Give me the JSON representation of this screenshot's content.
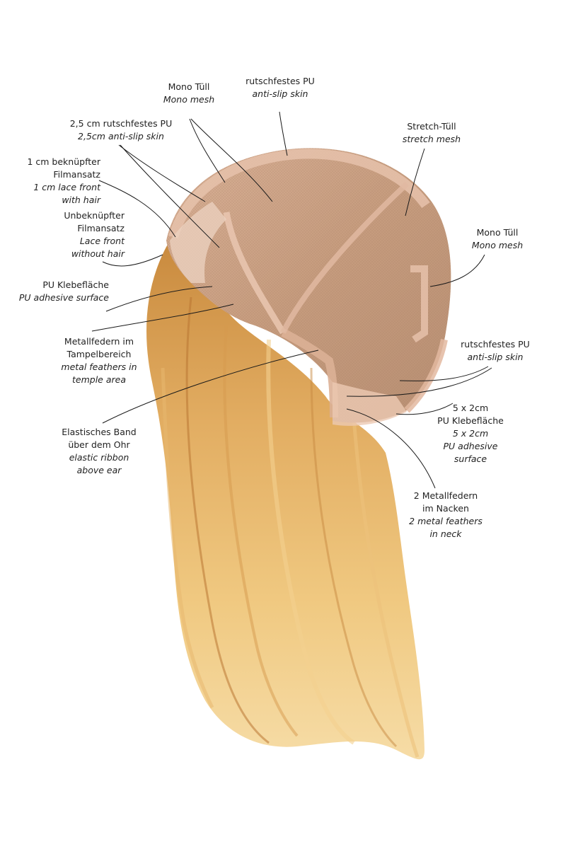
{
  "colors": {
    "text": "#222222",
    "leader_line": "#1a1a1a",
    "hair_light": "#e8b56a",
    "hair_dark": "#c07d35",
    "cap_mesh": "#c9a183",
    "cap_border": "#e3b8a0"
  },
  "callouts": [
    {
      "id": "mono-tull-top",
      "de": [
        "Mono Tüll"
      ],
      "en": [
        "Mono mesh"
      ]
    },
    {
      "id": "rutschfestes-pu-top",
      "de": [
        "rutschfestes PU"
      ],
      "en": [
        "anti-slip skin"
      ]
    },
    {
      "id": "rutschfestes-25",
      "de": [
        "2,5 cm rutschfestes PU"
      ],
      "en": [
        "2,5cm anti-slip skin"
      ]
    },
    {
      "id": "stretch-tull",
      "de": [
        "Stretch-Tüll"
      ],
      "en": [
        "stretch mesh"
      ]
    },
    {
      "id": "filmansatz-1cm",
      "de": [
        "1 cm beknüpfter",
        "Filmansatz"
      ],
      "en": [
        "1 cm lace front",
        "with hair"
      ]
    },
    {
      "id": "unbeknupfter",
      "de": [
        "Unbeknüpfter",
        "Filmansatz"
      ],
      "en": [
        "Lace front",
        "without hair"
      ]
    },
    {
      "id": "mono-tull-right",
      "de": [
        "Mono Tüll"
      ],
      "en": [
        "Mono mesh"
      ]
    },
    {
      "id": "pu-klebeflache",
      "de": [
        "PU Klebefläche"
      ],
      "en": [
        "PU adhesive surface"
      ]
    },
    {
      "id": "metallfedern-temple",
      "de": [
        "Metallfedern im",
        "Tampelbereich"
      ],
      "en": [
        "metal feathers in",
        "temple area"
      ]
    },
    {
      "id": "rutschfestes-pu-right",
      "de": [
        "rutschfestes PU"
      ],
      "en": [
        "anti-slip skin"
      ]
    },
    {
      "id": "pu-klebeflache-5x2",
      "de": [
        "5 x 2cm",
        "PU Klebefläche"
      ],
      "en": [
        "5 x 2cm",
        "PU adhesive",
        "surface"
      ]
    },
    {
      "id": "elastisches-band",
      "de": [
        "Elastisches Band",
        "über dem Ohr"
      ],
      "en": [
        "elastic ribbon",
        "above ear"
      ]
    },
    {
      "id": "metallfedern-neck",
      "de": [
        "2 Metallfedern",
        "im Nacken"
      ],
      "en": [
        "2 metal feathers",
        "in neck"
      ]
    }
  ]
}
